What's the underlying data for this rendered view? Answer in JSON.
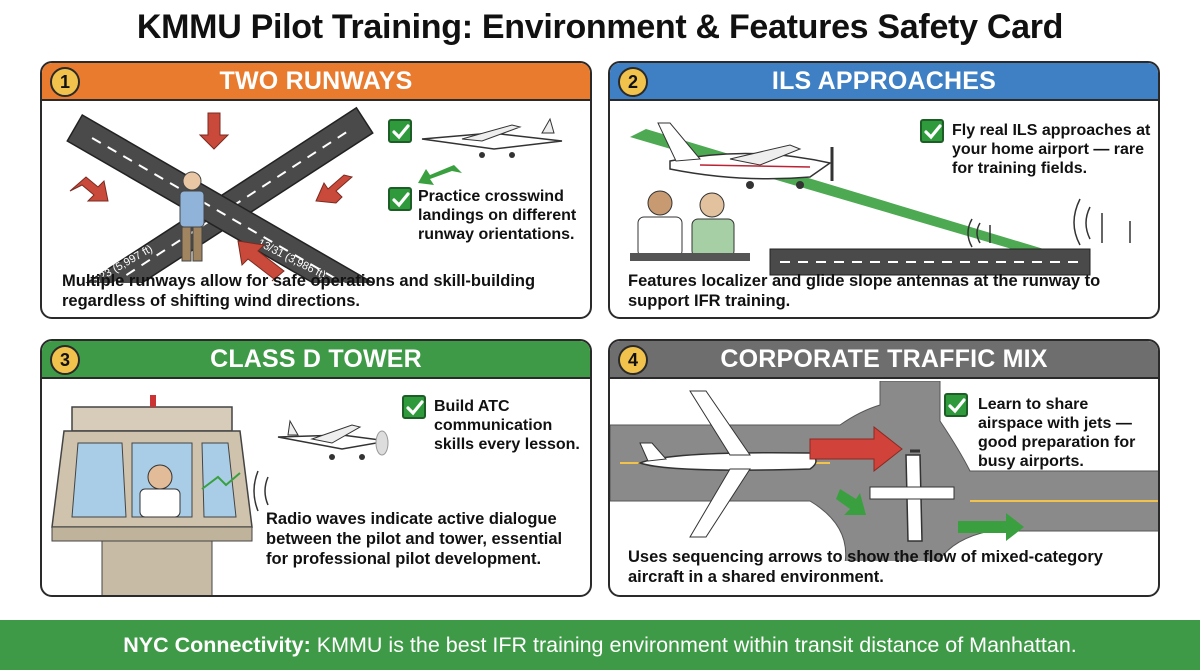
{
  "title": "KMMU Pilot Training: Environment & Features Safety Card",
  "colors": {
    "orange": "#e87b2e",
    "blue": "#3f7fc4",
    "green": "#3f9a48",
    "gray": "#6e6e6e",
    "badge": "#f2c34c"
  },
  "cards": [
    {
      "number": "1",
      "heading": "TWO RUNWAYS",
      "runway_labels": [
        "5/23 (5,997 ft)",
        "13/31 (3,986 ft)"
      ],
      "note": "Practice crosswind landings on different runway orientations.",
      "caption": "Multiple runways allow for safe operations and skill-building regardless of shifting wind directions."
    },
    {
      "number": "2",
      "heading": "ILS APPROACHES",
      "note": "Fly real ILS approaches at your home airport — rare for training fields.",
      "caption": "Features localizer and glide slope antennas at the runway to support IFR training."
    },
    {
      "number": "3",
      "heading": "CLASS D TOWER",
      "note": "Build ATC communication skills every lesson.",
      "caption": "Radio waves indicate active dialogue between the pilot and tower, essential for professional pilot development."
    },
    {
      "number": "4",
      "heading": "CORPORATE TRAFFIC MIX",
      "note": "Learn to share airspace with jets — good preparation for busy airports.",
      "caption": "Uses sequencing arrows to show the flow of mixed-category aircraft in a shared environment."
    }
  ],
  "footer": {
    "label": "NYC Connectivity:",
    "text": " KMMU is the best IFR training environment within transit distance of Manhattan."
  }
}
